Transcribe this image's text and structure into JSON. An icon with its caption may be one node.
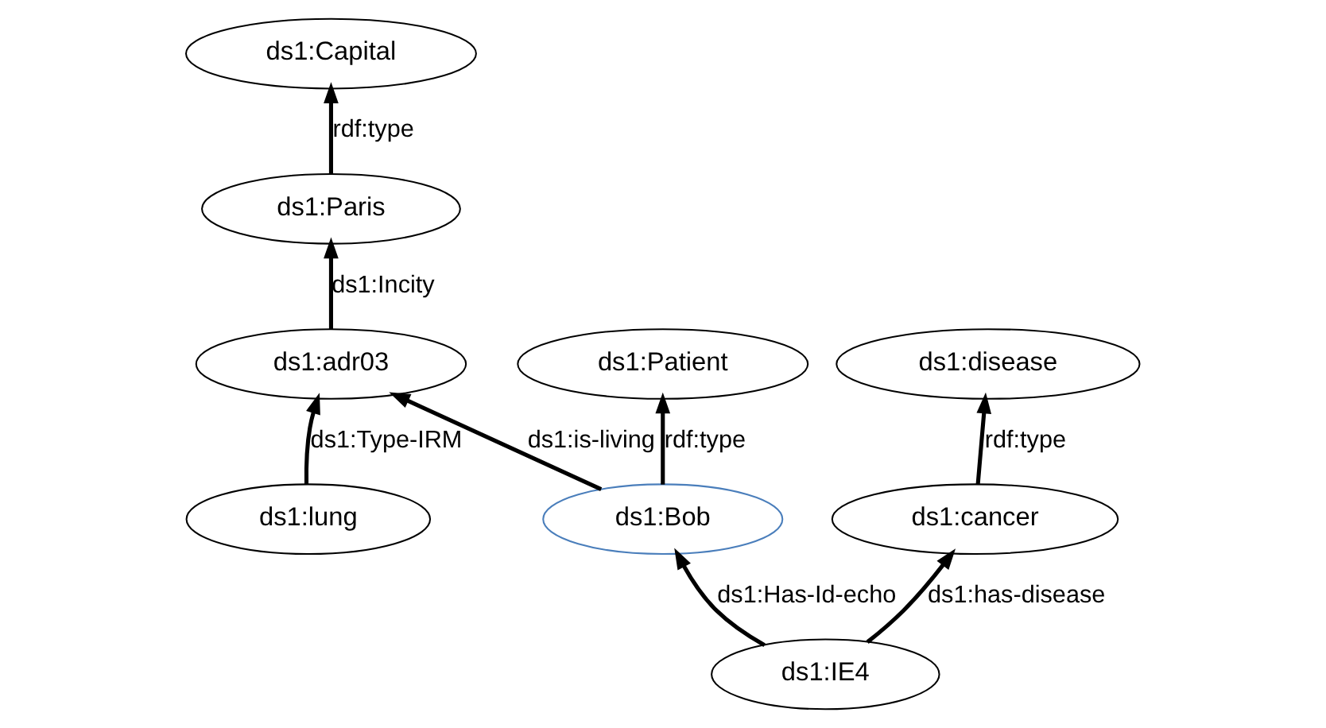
{
  "diagram": {
    "nodes": [
      {
        "text": [
          "ds1:Patient"
        ]
      },
      {
        "text": [
          "ds1:Paris"
        ]
      },
      {
        "text": [
          "ds1:Capital"
        ]
      },
      {
        "text": [
          "ds1:Bob"
        ]
      },
      {
        "text": [
          "ds1:adr03"
        ]
      },
      {
        "text": [
          "ds1:cancer"
        ]
      },
      {
        "text": [
          "ds1:IE4"
        ]
      },
      {
        "text": [
          "ds1:lung"
        ]
      },
      {
        "text": [
          "ds1:disease"
        ]
      }
    ],
    "edges": [
      {
        "from": 3,
        "to": 0,
        "arrow": "to",
        "label": "rdf:type"
      },
      {
        "from": 3,
        "to": 4,
        "arrow": "to",
        "label": "ds1:is-living"
      },
      {
        "from": 4,
        "to": 1,
        "arrow": "to",
        "label": "ds1:Incity"
      },
      {
        "from": 1,
        "to": 2,
        "arrow": "to",
        "label": "rdf:type"
      },
      {
        "from": 6,
        "to": 3,
        "arrow": "to",
        "label": "ds1:Has-Id-echo"
      },
      {
        "from": 6,
        "to": 5,
        "arrow": "to",
        "label": "ds1:has-disease"
      },
      {
        "from": 7,
        "to": 4,
        "arrow": "to",
        "label": "ds1:Type-IRM"
      },
      {
        "from": 5,
        "to": 8,
        "arrow": "to",
        "label": "rdf:type"
      }
    ]
  }
}
